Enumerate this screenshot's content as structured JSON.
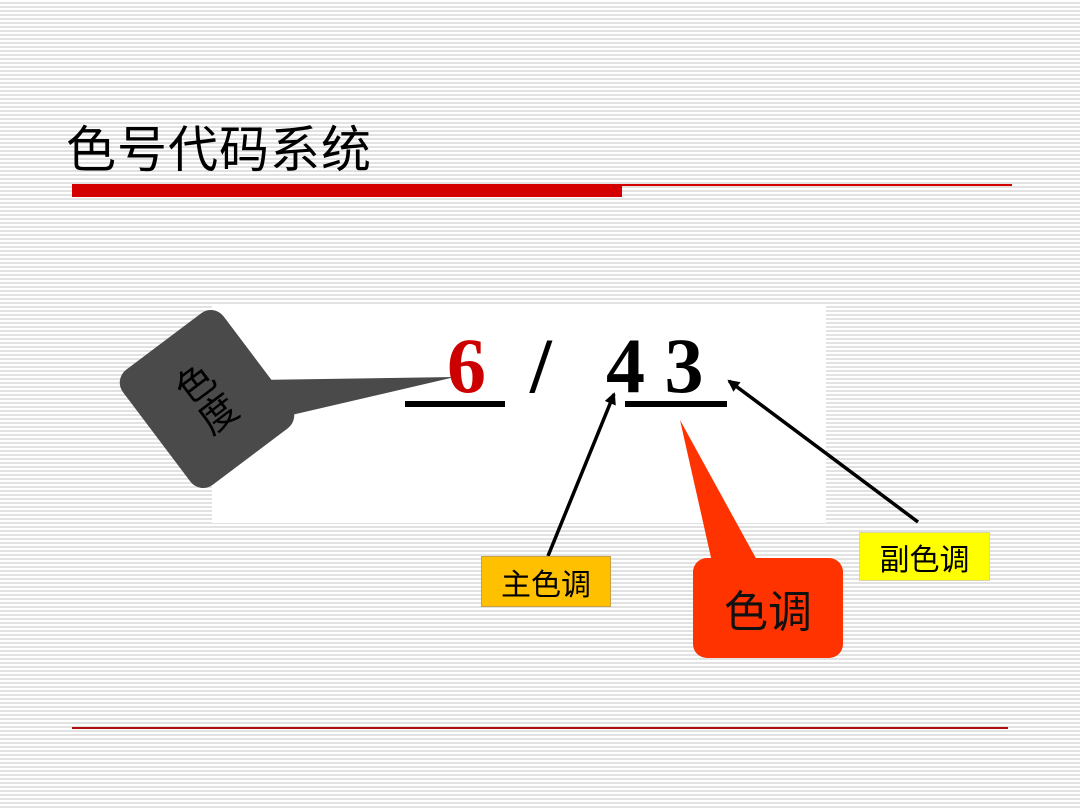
{
  "slide": {
    "title": "色号代码系统"
  },
  "code": {
    "chroma_digit": "6",
    "separator": "/",
    "hue_digits": "4 3"
  },
  "callouts": {
    "chroma": "色度",
    "main_hue": "主色调",
    "hue": "色调",
    "sub_hue": "副色调"
  },
  "colors": {
    "accent_red": "#d40000",
    "chroma_digit": "#cc0000",
    "main_hue_box": "#ffc000",
    "sub_hue_box": "#ffff00",
    "hue_callout": "#ff3300",
    "chroma_callout": "#4a4a4a"
  }
}
